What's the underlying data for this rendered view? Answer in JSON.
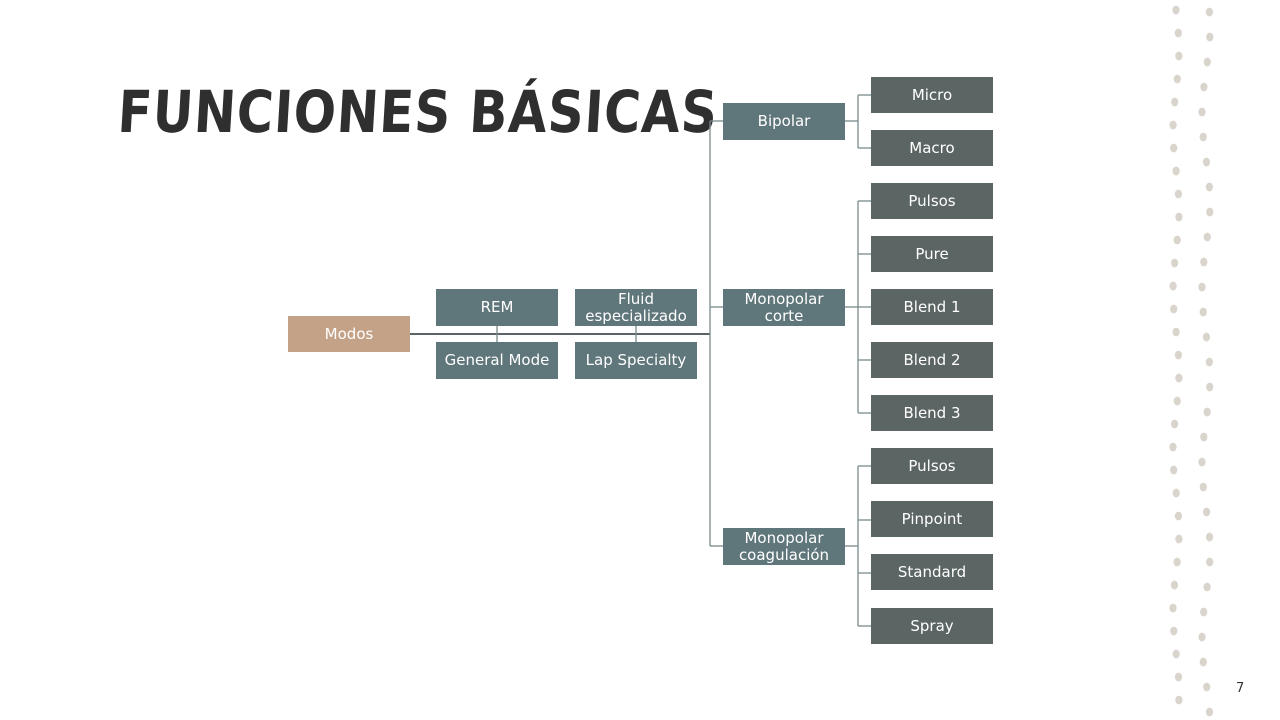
{
  "title": "FUNCIONES BÁSICAS",
  "page_number": "7",
  "nodes": {
    "modos": "Modos",
    "rem": "REM",
    "general_mode": "General Mode",
    "fluid": "Fluid\nespecializado",
    "lap_specialty": "Lap Specialty",
    "bipolar": "Bipolar",
    "monopolar_corte": "Monopolar\ncorte",
    "monopolar_coagulacion": "Monopolar\ncoagulación",
    "micro": "Micro",
    "macro": "Macro",
    "pulsos_corte": "Pulsos",
    "pure": "Pure",
    "blend1": "Blend 1",
    "blend2": "Blend 2",
    "blend3": "Blend 3",
    "pulsos_coag": "Pulsos",
    "pinpoint": "Pinpoint",
    "standard": "Standard",
    "spray": "Spray"
  },
  "colors": {
    "accent_tan": "#c4a287",
    "node_slate": "#5f767b",
    "leaf_dark": "#5b6563",
    "connector": "#7a8a8c",
    "dots": "#d9d4cc"
  }
}
